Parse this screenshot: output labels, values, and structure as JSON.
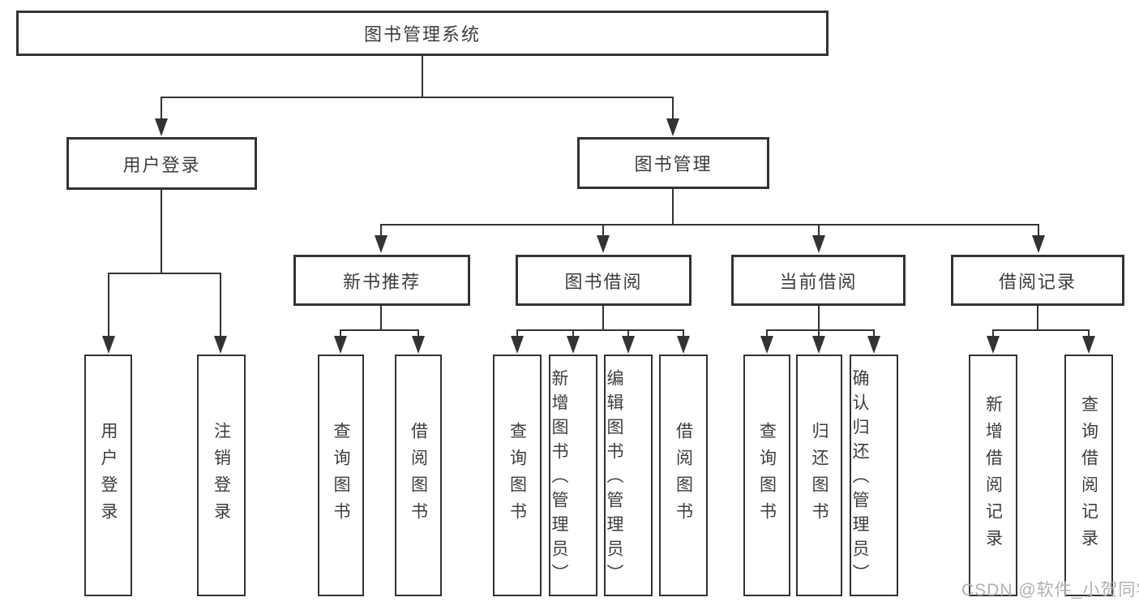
{
  "diagram": {
    "title": "图书管理系统",
    "root": {
      "label": "图书管理系统"
    },
    "branches": [
      {
        "label": "用户登录",
        "children": [
          {
            "label": "用户登录"
          },
          {
            "label": "注销登录"
          }
        ]
      },
      {
        "label": "图书管理",
        "children": [
          {
            "label": "新书推荐",
            "children": [
              {
                "label": "查询图书"
              },
              {
                "label": "借阅图书"
              }
            ]
          },
          {
            "label": "图书借阅",
            "children": [
              {
                "label": "查询图书"
              },
              {
                "label": "新增图书（管理员）"
              },
              {
                "label": "编辑图书（管理员）"
              },
              {
                "label": "借阅图书"
              }
            ]
          },
          {
            "label": "当前借阅",
            "children": [
              {
                "label": "查询图书"
              },
              {
                "label": "归还图书"
              },
              {
                "label": "确认归还（管理员）"
              }
            ]
          },
          {
            "label": "借阅记录",
            "children": [
              {
                "label": "新增借阅记录"
              },
              {
                "label": "查询借阅记录"
              }
            ]
          }
        ]
      }
    ]
  },
  "watermark": {
    "text": "CSDN @软件_小贺同学"
  },
  "colors": {
    "line": "#333333",
    "box_border": "#333333",
    "text": "#3d3d3d",
    "background": "#ffffff",
    "watermark": "#b1b1b1"
  }
}
